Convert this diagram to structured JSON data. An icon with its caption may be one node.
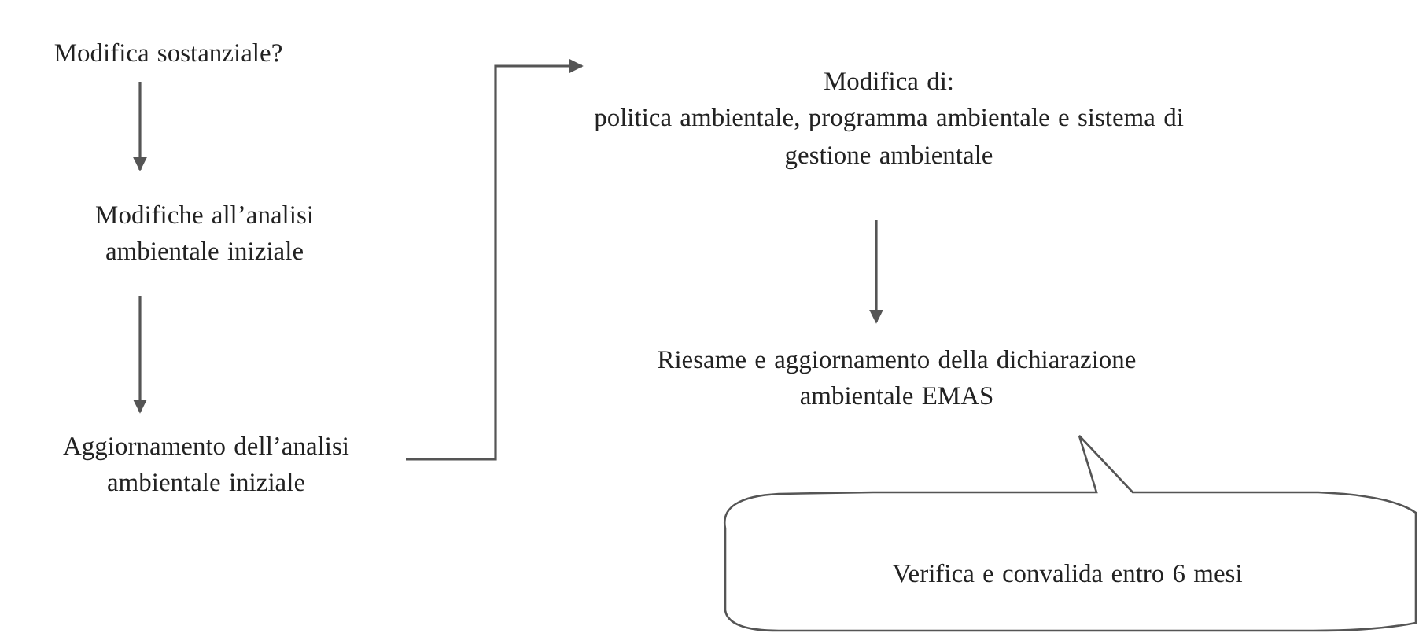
{
  "diagram": {
    "nodes": [
      {
        "text": [
          "Modifica sostanziale?"
        ]
      },
      {
        "text": [
          "Modifiche all’analisi ambientale iniziale"
        ]
      },
      {
        "text": [
          "Aggiornamento dell’analisi ambientale iniziale"
        ]
      },
      {
        "text": [
          "Modifica di:",
          "politica ambientale, programma ambientale e sistema di gestione ambientale"
        ]
      },
      {
        "text": [
          "Riesame e aggiornamento della dichiarazione ambientale EMAS"
        ]
      },
      {
        "text": [
          "Verifica e convalida entro 6 mesi"
        ]
      }
    ],
    "edges": [
      {
        "from": 0,
        "to": 1,
        "arrow": "to"
      },
      {
        "from": 1,
        "to": 2,
        "arrow": "to"
      },
      {
        "from": 2,
        "to": 3,
        "arrow": "to"
      },
      {
        "from": 3,
        "to": 4,
        "arrow": "to"
      }
    ]
  }
}
